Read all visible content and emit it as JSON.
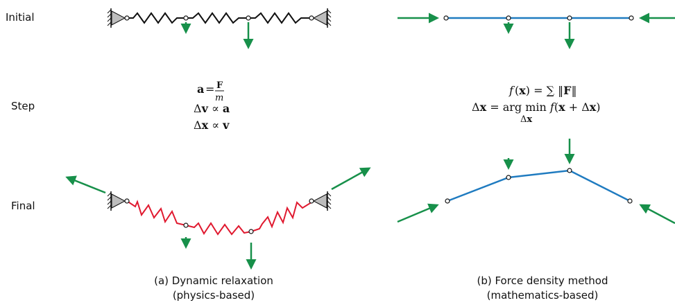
{
  "rows": {
    "initial": "Initial",
    "step": "Step",
    "final": "Final"
  },
  "left_panel": {
    "caption_line1": "(a) Dynamic relaxation",
    "caption_line2": "(physics-based)",
    "eq_line1": "a = F/m",
    "eq_line2": "Δv ∝ a",
    "eq_line3": "Δx ∝ v"
  },
  "right_panel": {
    "caption_line1": "(b) Force density method",
    "caption_line2": "(mathematics-based)",
    "eq_line1": "f(x) = ∑ ‖F‖",
    "eq_line2": "Δx = arg min f(x + Δx)",
    "eq_line3": "Δx"
  },
  "colors": {
    "spring_initial": "#111111",
    "spring_final": "#e0192f",
    "force_arrow": "#17904a",
    "cable": "#1f7bc0",
    "support": "#bdbdbd"
  }
}
